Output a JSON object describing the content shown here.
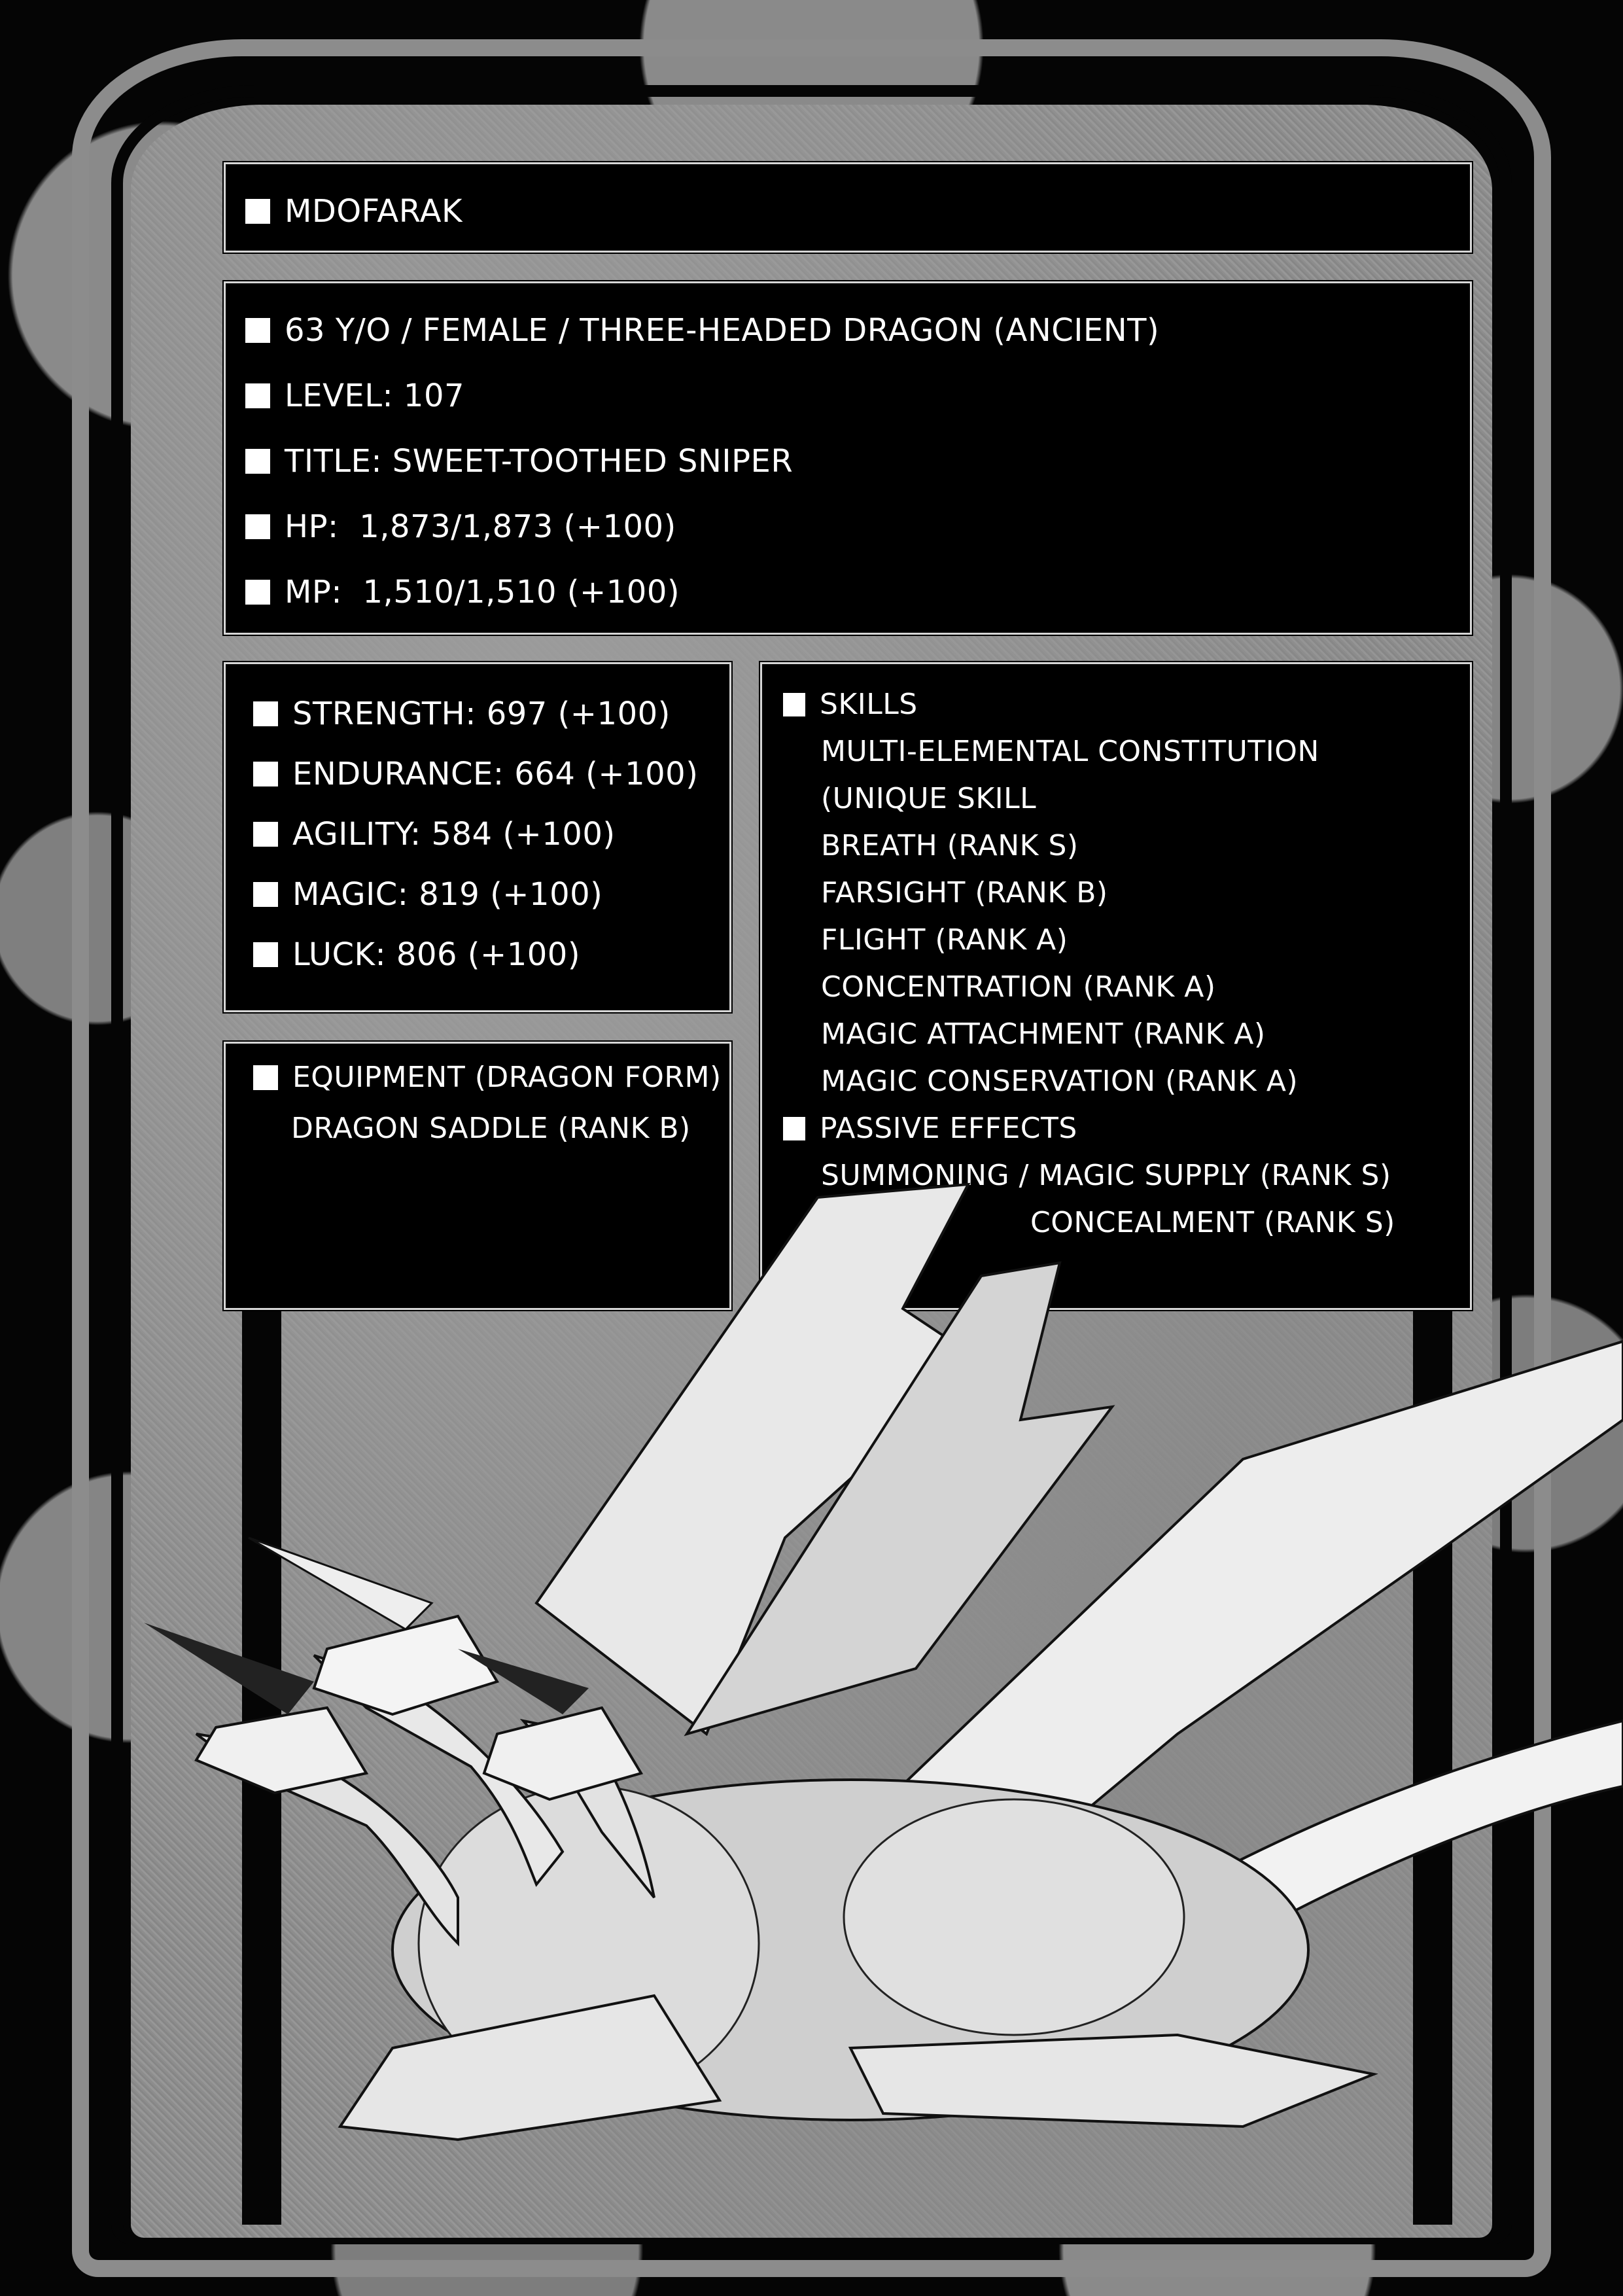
{
  "card": {
    "name": "MDOFARAK"
  },
  "profile": {
    "identity": "63 Y/O / FEMALE / THREE-HEADED DRAGON (ANCIENT)",
    "level": "LEVEL: 107",
    "title": "TITLE: SWEET-TOOTHED SNIPER",
    "hp": "HP:  1,873/1,873 (+100)",
    "mp": "MP:  1,510/1,510 (+100)"
  },
  "stats": [
    {
      "label": "STRENGTH: 697 (+100)"
    },
    {
      "label": "ENDURANCE: 664 (+100)"
    },
    {
      "label": "AGILITY: 584 (+100)"
    },
    {
      "label": "MAGIC: 819 (+100)"
    },
    {
      "label": "LUCK: 806 (+100)"
    }
  ],
  "equipment": {
    "heading": "EQUIPMENT (DRAGON FORM)",
    "items": [
      "DRAGON SADDLE (RANK B)"
    ]
  },
  "skills": {
    "heading": "SKILLS",
    "items": [
      "MULTI-ELEMENTAL CONSTITUTION",
      "(UNIQUE SKILL",
      "BREATH (RANK S)",
      "FARSIGHT (RANK B)",
      "FLIGHT (RANK A)",
      "CONCENTRATION (RANK A)",
      "MAGIC ATTACHMENT (RANK A)",
      "MAGIC CONSERVATION (RANK A)"
    ]
  },
  "passive_effects": {
    "heading": "PASSIVE EFFECTS",
    "items": [
      "SUMMONING / MAGIC SUPPLY (RANK S)",
      "CONCEALMENT (RANK S)"
    ]
  },
  "illustration": {
    "subject": "three-headed-dragon"
  },
  "colors": {
    "panel_bg": "#000000",
    "panel_border": "#d6d6d6",
    "text": "#ffffff",
    "parchment": "#909090"
  }
}
